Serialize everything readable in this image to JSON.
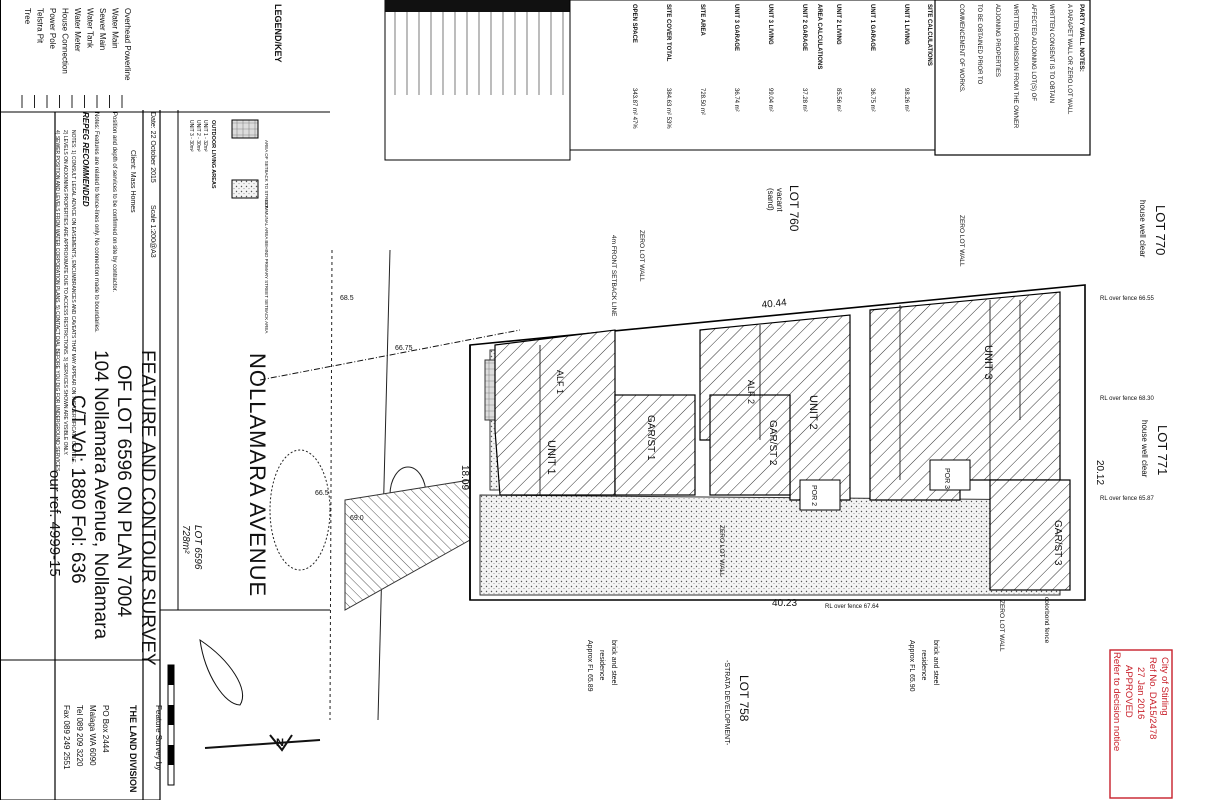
{
  "drawing": {
    "title_lines": [
      "FEATURE AND CONTOUR SURVEY",
      "OF LOT 6596 ON PLAN 7004",
      "104 Nollamara Avenue, Nollamara",
      "C/T Vol: 1880  Fol: 636",
      "our ref. 4999-15"
    ],
    "street_name": "NOLLAMARA AVENUE",
    "subject_lot": {
      "label": "LOT 6596",
      "area": "728m²"
    },
    "date_label": "Date: 22 October 2015",
    "scale_label": "Scale 1:200@A3",
    "client_label": "Client: Mass Homes",
    "notes_heading": "Notes: Features are related to fence-lines only. No connection made to boundaries.",
    "repeg": "REPEG RECOMMENDED",
    "services_note": "Position and depth of services to be confirmed on site by contractor.",
    "firm": {
      "tagline": "Feature Survey by",
      "name": "THE LAND DIVISION",
      "address": [
        "PO Box 2444",
        "Malaga WA 6090"
      ],
      "tel": "Tel 089 209 3220",
      "fax": "Fax 089 249 2551"
    }
  },
  "neighbours": {
    "lot770": {
      "label": "LOT 770",
      "note": "house well clear"
    },
    "lot771": {
      "label": "LOT 771",
      "note": "house well clear"
    },
    "lot760": {
      "label": "LOT 760",
      "note1": "vacant",
      "note2": "(sand)"
    },
    "lot758": {
      "label": "LOT 758",
      "note1": "-STRATA DEVELOPMENT-",
      "note2": "brick and steel",
      "note3": "residence",
      "note4": "Approx FL 65.89"
    },
    "lot758b": {
      "note1": "brick and steel",
      "note2": "residence",
      "note3": "Approx FL 65.90"
    }
  },
  "units": [
    "UNIT 1",
    "UNIT 2",
    "UNIT 3"
  ],
  "garages": [
    "GAR/ST 1",
    "GAR/ST 2",
    "GAR/ST 3"
  ],
  "alfrescos": [
    "ALF 1",
    "ALF 2"
  ],
  "porches": [
    "POR 2",
    "POR 3"
  ],
  "boundaries": {
    "north": "40.44",
    "south": "40.23",
    "east": "20.12",
    "west": "18.09"
  },
  "site_notes": {
    "front_setback": "4m FRONT SETBACK LINE",
    "zero_lot_wall": "ZERO LOT WALL",
    "colorbond": "colorbond fence",
    "fence_levels": [
      "RL over fence 66.55",
      "RL over fence 65.87",
      "RL over fence 67.64",
      "RL over fence 68.30"
    ],
    "levels": [
      "66.5",
      "68.5",
      "69.0",
      "66.75"
    ]
  },
  "legend": {
    "heading": "LEGEND/KEY",
    "items": [
      "Overhead Powerline",
      "Water Main",
      "Sewer Main",
      "Water Tank",
      "Water Meter",
      "House Connection",
      "Power Pole",
      "Telstra Pit",
      "Tree"
    ]
  },
  "open_space": {
    "heading": "OUTDOOR LIVING AREAS",
    "lines": [
      "UNIT 1 - 32m²",
      "UNIT 2 - 30m²",
      "UNIT 3 - 30m²"
    ],
    "street_note": "AREA OF SETBACK TO STREET",
    "comm_note": "COMMUNAL AREA BEHIND PRIMARY STREET SETBACK AREA"
  },
  "party_wall": {
    "heading": "PARTY WALL NOTES:",
    "lines": [
      "A PARAPET WALL OR ZERO LOT WALL",
      "WRITTEN CONSENT IS TO OBTAIN",
      "AFFECTED ADJOINING LOT(S) OF",
      "WRITTEN PERMISSION FROM THE OWNER",
      "ADJOINING PROPERTIES",
      "TO BE OBTAINED PRIOR TO",
      "COMMENCEMENT OF WORKS."
    ]
  },
  "area_tables": {
    "heading1": "SITE CALCULATIONS",
    "heading2": "AREA CALCULATIONS",
    "rows": [
      [
        "UNIT 1 LIVING",
        "98.26 m²"
      ],
      [
        "UNIT 1 GARAGE",
        "36.75 m²"
      ],
      [
        "UNIT 2 LIVING",
        "85.56 m²"
      ],
      [
        "UNIT 2 GARAGE",
        "37.28 m²"
      ],
      [
        "UNIT 3 LIVING",
        "99.04 m²"
      ],
      [
        "UNIT 3 GARAGE",
        "36.74 m²"
      ],
      [
        "SITE AREA",
        "728.50 m²"
      ],
      [
        "SITE COVER TOTAL",
        "384.63 m² 53%"
      ],
      [
        "OPEN SPACE",
        "343.87 m² 47%"
      ]
    ]
  },
  "footer_notes": [
    "NOTES: 1) CONSULT LEGAL ADVICE ON EASEMENTS, ENCUMBRANCES AND CAVEATS THAT MAY APPEAR ON THE CERTIFICATE OF TITLE.",
    "2) LEVELS ON ADJOINING PROPERTIES ARE APPROXIMATE DUE TO ACCESS RESTRICTIONS. 3) SERVICES SHOWN ARE VISIBLE ONLY.",
    "4) SEWER POSITION AND LEVELS FROM WATER CORPORATION PLANS. 5) CONTACT DIAL BEFORE YOU DIG FOR UNDERGROUND SERVICES."
  ],
  "stamp": {
    "lines": [
      "City of Stirling",
      "Ref No. DA15/2478",
      "27 Jan 2016",
      "APPROVED",
      "Refer to decision notice"
    ],
    "color": "#c8202a"
  },
  "north_label": "N"
}
